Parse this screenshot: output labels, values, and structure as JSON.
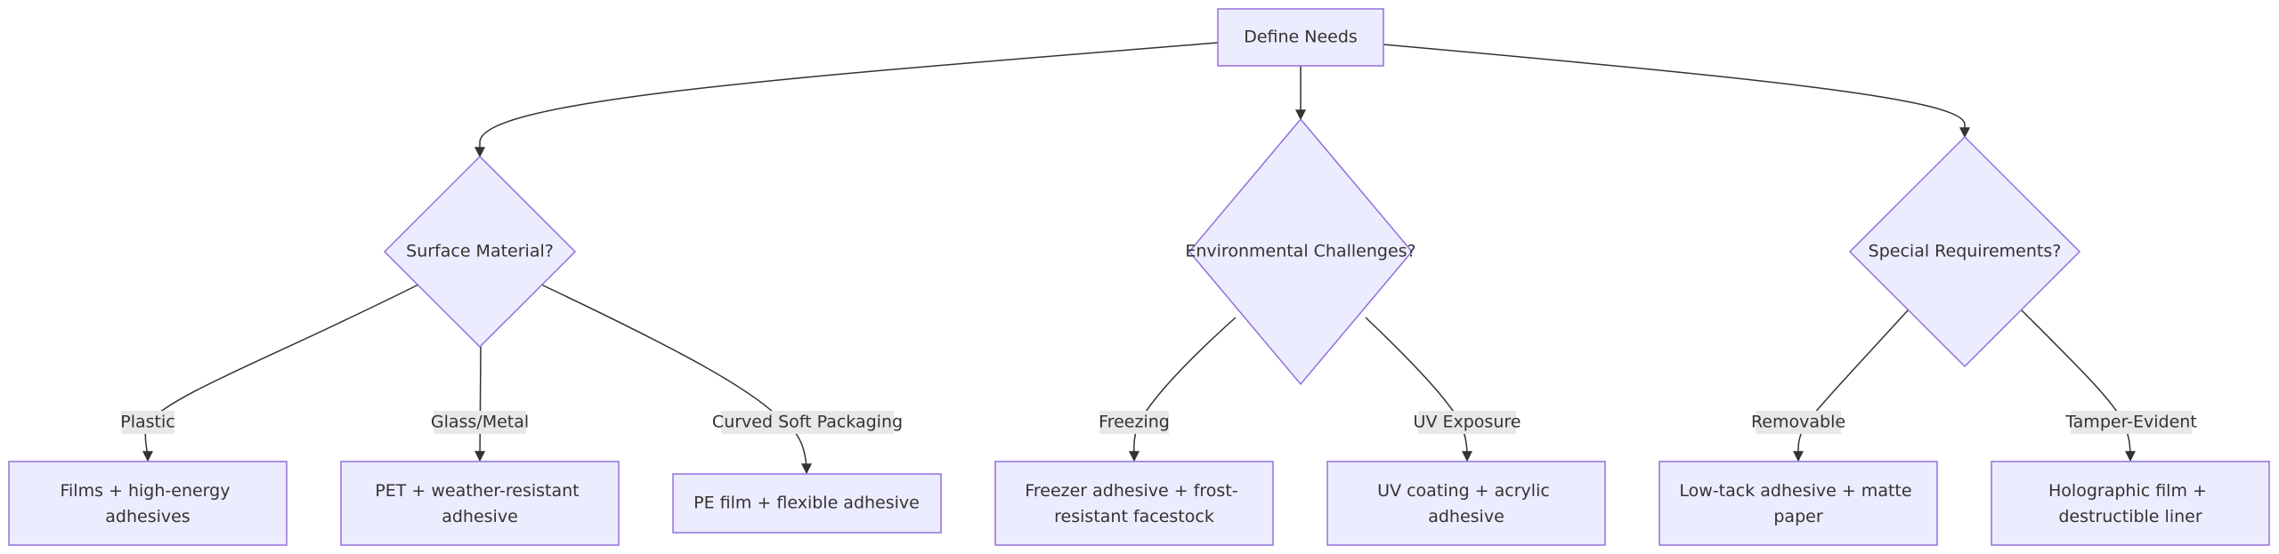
{
  "root": {
    "label": "Define Needs"
  },
  "decisions": {
    "surface": {
      "label": "Surface Material?"
    },
    "environment": {
      "label": "Environmental Challenges?"
    },
    "special": {
      "label": "Special Requirements?"
    }
  },
  "edges": {
    "plastic": "Plastic",
    "glass_metal": "Glass/Metal",
    "curved": "Curved Soft Packaging",
    "freezing": "Freezing",
    "uv": "UV Exposure",
    "removable": "Removable",
    "tamper": "Tamper-Evident"
  },
  "outcomes": {
    "films": [
      "Films + high-energy",
      "adhesives"
    ],
    "pet": [
      "PET + weather-resistant",
      "adhesive"
    ],
    "pe": [
      "PE film + flexible adhesive"
    ],
    "freezer": [
      "Freezer adhesive + frost-",
      "resistant facestock"
    ],
    "uv_coating": [
      "UV coating + acrylic",
      "adhesive"
    ],
    "low_tack": [
      "Low-tack adhesive + matte",
      "paper"
    ],
    "holographic": [
      "Holographic film +",
      "destructible liner"
    ]
  },
  "colors": {
    "node_fill": "#ececff",
    "node_stroke": "#9370db",
    "edge": "#333333",
    "label_bg": "#e8e8e8"
  }
}
